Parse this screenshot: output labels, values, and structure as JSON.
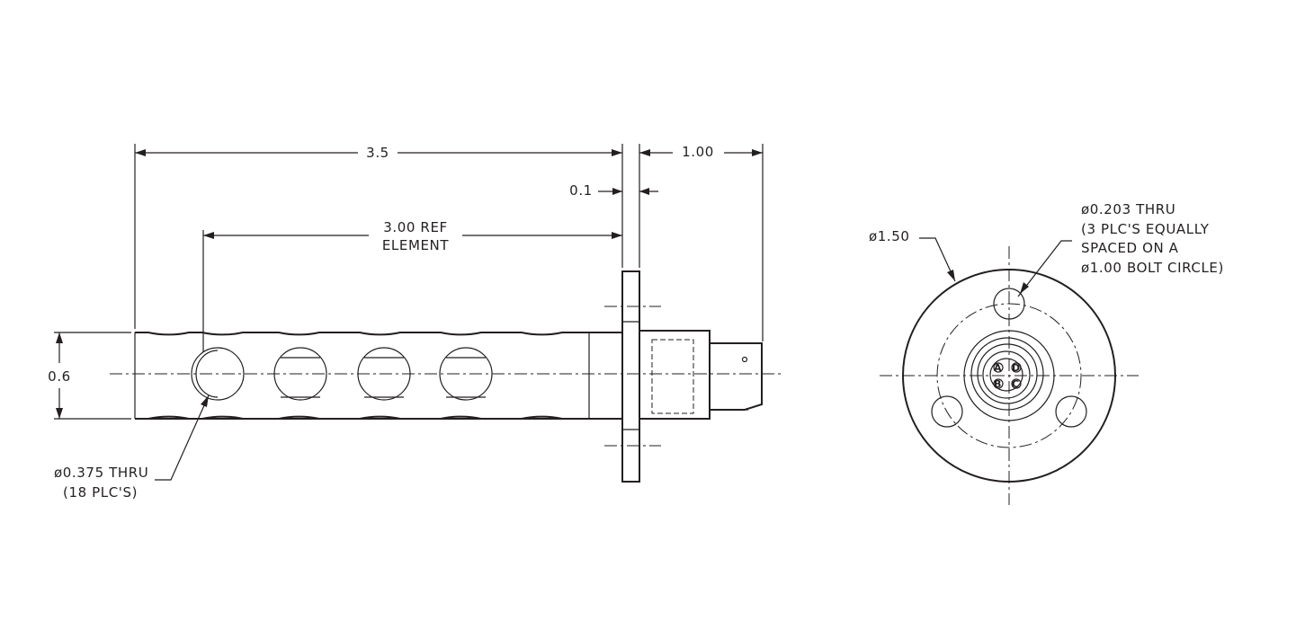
{
  "side_view": {
    "dim_overall": "3.5",
    "dim_flange_thk": "0.1",
    "dim_connector": "1.00",
    "dim_element_line1": "3.00 REF",
    "dim_element_line2": "ELEMENT",
    "dim_height": "0.6",
    "hole_note_line1": "ø0.375 THRU",
    "hole_note_line2": "(18 PLC'S)"
  },
  "end_view": {
    "dim_diameter": "ø1.50",
    "bolt_note_line1": "ø0.203 THRU",
    "bolt_note_line2": "(3 PLC'S EQUALLY",
    "bolt_note_line3": "SPACED ON A",
    "bolt_note_line4": "ø1.00 BOLT CIRCLE)",
    "pins": [
      "A",
      "D",
      "B",
      "C"
    ]
  }
}
